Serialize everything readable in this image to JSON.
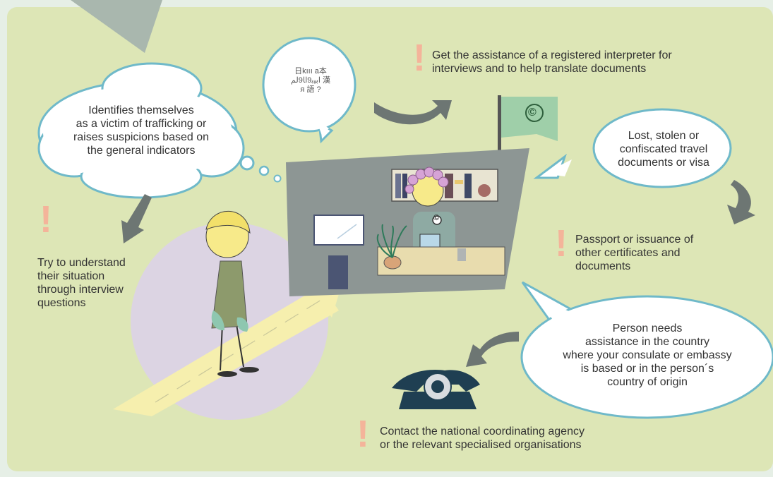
{
  "colors": {
    "panel": "#dde6b6",
    "page_bg": "#e6efe6",
    "bubble_stroke": "#6fb9c9",
    "exclamation": "#f4b49a",
    "arrow": "#6d7673",
    "building": "#8d9694",
    "flag": "#9fcfa9",
    "circle": "#dcd4e3",
    "road": "#f6efae",
    "phone": "#1f3f52",
    "text": "#333333"
  },
  "icons": [
    "speech-bubble-icon",
    "thought-bubble-icon",
    "exclamation-icon",
    "curved-arrow-icon",
    "telephone-icon",
    "flag-icon"
  ],
  "thought": {
    "line1": "Identifies themselves",
    "line2": "as a victim of trafficking or",
    "line3": "raises suspicions based on",
    "line4": "the general indicators"
  },
  "language_bubble": {
    "line1": "日kııı a本",
    "line2": "ﺍﺑﻴﺑ9ﺍﺎ9ﻟﻢ 漢",
    "line3": "я 語 ?"
  },
  "interpreter": {
    "line1": "Get the assistance of a registered interpreter for",
    "line2": "interviews and to help translate documents"
  },
  "understand": {
    "line1": "Try to understand",
    "line2": "their situation",
    "line3": "through interview",
    "line4": "questions"
  },
  "lost_docs": {
    "line1": "Lost, stolen or",
    "line2": "confiscated travel",
    "line3": "documents or visa"
  },
  "passport": {
    "line1": "Passport or issuance of",
    "line2": "other certificates and",
    "line3": "documents"
  },
  "assistance": {
    "line1": "Person needs",
    "line2": "assistance in the country",
    "line3": "where your consulate or embassy",
    "line4": "is based or in the person´s",
    "line5": "country of origin"
  },
  "contact": {
    "line1": "Contact the national coordinating agency",
    "line2": "or the relevant specialised organisations"
  },
  "flag_symbol": "©",
  "badge_symbol": "©",
  "exclamation_mark": "!"
}
